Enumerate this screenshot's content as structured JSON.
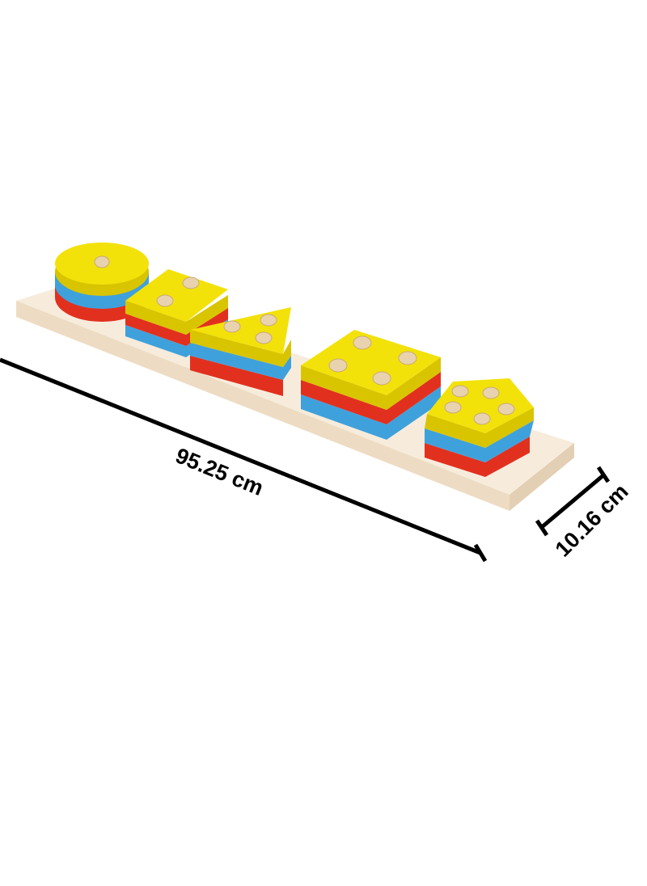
{
  "product": {
    "subject": "wooden-shape-sorter-stacking-toy",
    "colors": {
      "base": "#f7ecdc",
      "base_edge": "#e8d6bd",
      "yellow": "#f2e20a",
      "yellow_side": "#d9c400",
      "blue": "#3fa1dc",
      "red": "#e2301f",
      "peg": "#e9d3ae"
    }
  },
  "dimensions": {
    "length_label": "95.25 cm",
    "width_label": "10.16 cm"
  }
}
